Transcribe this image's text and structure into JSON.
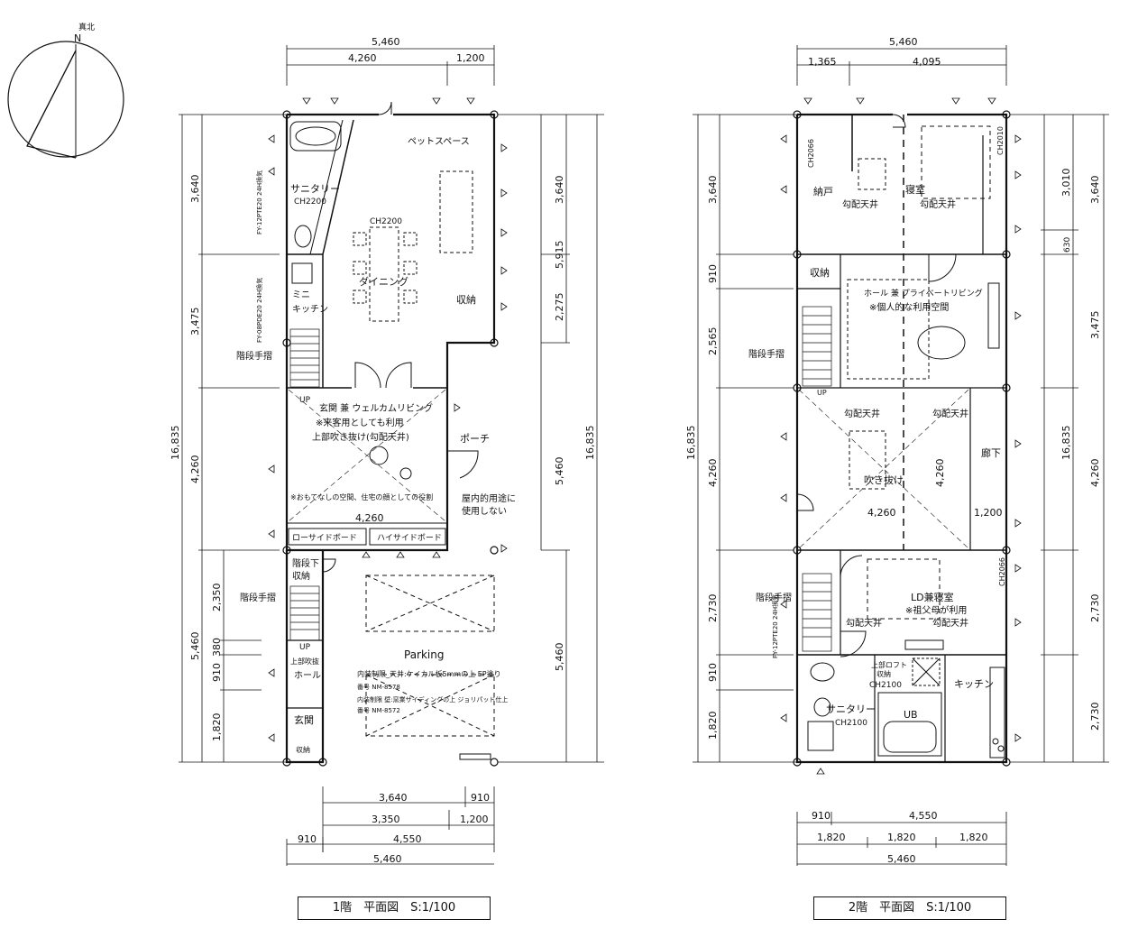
{
  "compass": {
    "north": "N",
    "true_north": "真北"
  },
  "plan1": {
    "title": "1階　平面図　S:1/100",
    "dim_top_total": "5,460",
    "dim_top_a": "4,260",
    "dim_top_b": "1,200",
    "dim_left_total": "16,835",
    "dim_left_a": "3,640",
    "dim_left_b": "3,475",
    "dim_left_c": "4,260",
    "dim_left_d": "5,460",
    "dim_left_e": "2,350",
    "dim_left_f": "380",
    "dim_left_g": "910",
    "dim_left_h": "1,820",
    "dim_right_total": "16,835",
    "dim_right_a": "3,640",
    "dim_right_b": "5,915",
    "dim_right_c": "2,275",
    "dim_right_d": "5,460",
    "dim_right_e": "5,460",
    "dim_bottom_a1": "3,640",
    "dim_bottom_a2": "910",
    "dim_bottom_b1": "3,350",
    "dim_bottom_b2": "1,200",
    "dim_bottom_c1": "910",
    "dim_bottom_c2": "4,550",
    "dim_bottom_total": "5,460",
    "inner_dim": "4,260",
    "rooms": {
      "pet_space": "ペットスペース",
      "sanitary": "サニタリー",
      "ch2200_a": "CH2200",
      "ch2200_b": "CH2200",
      "dining": "ダイニング",
      "storage": "収納",
      "mini_kitchen_a": "ミニ",
      "mini_kitchen_b": "キッチン",
      "stair_rail_a": "階段手摺",
      "genkan_line1": "玄関 兼 ウェルカムリビング",
      "genkan_line2": "※来客用としても利用",
      "genkan_line3": "上部吹き抜け(勾配天井)",
      "porch": "ポーチ",
      "note_line1": "※おもてなしの空間、住宅の顔としての役割",
      "note_line2a": "屋内的用途に",
      "note_line2b": "使用しない",
      "low_board": "ローサイドボード",
      "high_board": "ハイサイドボード",
      "under_stair_a": "階段下",
      "under_stair_b": "収納",
      "stair_rail_b": "階段手摺",
      "parking": "Parking",
      "hall_a": "上部吹抜",
      "hall_b": "ホール",
      "genkan2": "玄関",
      "shoes": "収納",
      "spec1": "内装制限_天井:ケイカル板5mmの上 EP塗り",
      "spec2": "番号 NM-8578",
      "spec3": "内装制限 壁:窯業サイディングの上 ジョリパッド仕上",
      "spec4": "番号 NM-8572",
      "up1": "UP",
      "up2": "UP",
      "vent_a": "FY-12PTE20 24H換気",
      "vent_b": "FY-08PDE20 24H換気"
    }
  },
  "plan2": {
    "title": "2階　平面図　S:1/100",
    "dim_top_total": "5,460",
    "dim_top_a": "1,365",
    "dim_top_b": "4,095",
    "dim_left_total": "16,835",
    "dim_left_a": "3,640",
    "dim_left_b": "910",
    "dim_left_c": "2,565",
    "dim_left_d": "4,260",
    "dim_left_e": "2,730",
    "dim_left_f": "910",
    "dim_left_g": "1,820",
    "dim_right_total": "16,835",
    "dim_right_a": "3,010",
    "dim_right_b": "3,640",
    "dim_right_c": "630",
    "dim_right_d": "3,475",
    "dim_right_e": "4,260",
    "dim_right_f": "2,730",
    "dim_right_g": "2,730",
    "dim_bottom_a1": "910",
    "dim_bottom_a2": "4,550",
    "dim_bottom_b1": "1,820",
    "dim_bottom_b2": "1,820",
    "dim_bottom_b3": "1,820",
    "dim_bottom_total": "5,460",
    "inner_dim_a": "4,260",
    "inner_dim_b": "1,200",
    "inner_dim_c": "4,260",
    "rooms": {
      "closet": "納戸",
      "bedroom": "寝室",
      "slope_a": "勾配天井",
      "slope_b": "勾配天井",
      "storage": "収納",
      "hall_line1": "ホール 兼 プライベートリビング",
      "hall_line2": "※個人的な利用空間",
      "stair_rail_a": "階段手摺",
      "slope_c": "勾配天井",
      "slope_d": "勾配天井",
      "void": "吹き抜け",
      "corridor": "廊下",
      "ldk": "LD兼寝室",
      "ldk_note": "※祖父母が利用",
      "stair_rail_b": "階段手摺",
      "slope_e": "勾配天井",
      "slope_f": "勾配天井",
      "sanitary": "サニタリー",
      "ch2100_a": "CH2100",
      "ch2100_b": "CH2100",
      "loft": "上部ロフト",
      "loft_b": "収納",
      "kitchen": "キッチン",
      "ub": "UB",
      "ch2066_a": "CH2066",
      "ch2066_b": "CH2066",
      "ch2010": "CH2010",
      "vent": "FY-12PTE20 24H換気",
      "up": "UP"
    }
  }
}
